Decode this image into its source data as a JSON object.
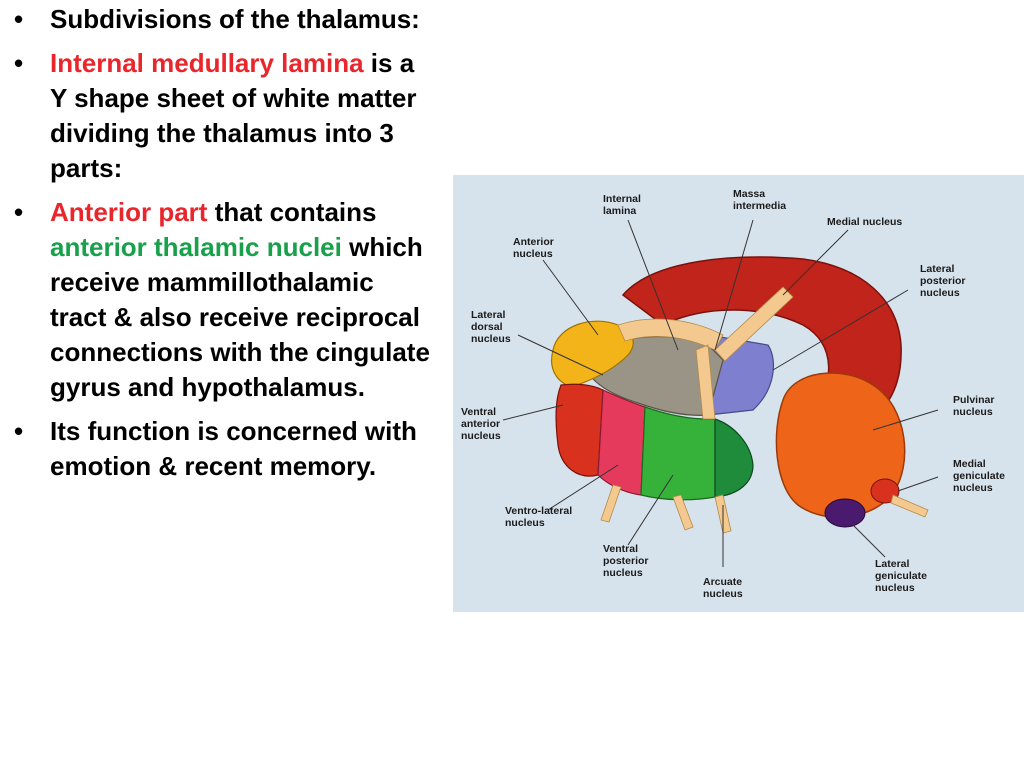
{
  "bullets": [
    {
      "segments": [
        {
          "text": "Subdivisions of the thalamus:",
          "color": "#000000"
        }
      ]
    },
    {
      "segments": [
        {
          "text": "Internal medullary lamina",
          "color": "#e8262c"
        },
        {
          "text": " is a Y shape sheet of white matter dividing the thalamus into 3 parts:",
          "color": "#000000"
        }
      ]
    },
    {
      "segments": [
        {
          "text": "Anterior part",
          "color": "#e8262c"
        },
        {
          "text": " that contains  ",
          "color": "#000000"
        },
        {
          "text": "anterior thalamic nuclei",
          "color": "#19a04b"
        },
        {
          "text": "  which receive mammillothalamic tract & also receive reciprocal connections with the cingulate gyrus and hypothalamus.",
          "color": "#000000"
        }
      ]
    },
    {
      "segments": [
        {
          "text": "Its function is concerned with emotion & recent memory.",
          "color": "#000000"
        }
      ]
    }
  ],
  "bullet_symbol": "•",
  "figure": {
    "labels": {
      "internal_lamina": [
        "Internal",
        "lamina"
      ],
      "massa_intermedia": [
        "Massa",
        "intermedia"
      ],
      "medial_nucleus": [
        "Medial nucleus"
      ],
      "anterior_nucleus": [
        "Anterior",
        "nucleus"
      ],
      "lateral_posterior": [
        "Lateral",
        "posterior",
        "nucleus"
      ],
      "lateral_dorsal": [
        "Lateral",
        "dorsal",
        "nucleus"
      ],
      "ventral_anterior": [
        "Ventral",
        "anterior",
        "nucleus"
      ],
      "pulvinar": [
        "Pulvinar",
        "nucleus"
      ],
      "medial_geniculate": [
        "Medial",
        "geniculate",
        "nucleus"
      ],
      "ventro_lateral": [
        "Ventro-lateral",
        "nucleus"
      ],
      "ventral_posterior": [
        "Ventral",
        "posterior",
        "nucleus"
      ],
      "arcuate": [
        "Arcuate",
        "nucleus"
      ],
      "lateral_geniculate": [
        "Lateral",
        "geniculate",
        "nucleus"
      ]
    },
    "colors": {
      "background": "#d7e3ec",
      "medial": "#c0241a",
      "pulvinar": "#ee6418",
      "anterior": "#f2b418",
      "dorsal_top": "#9a9486",
      "lateral_posterior": "#7f7fcf",
      "ventral_anterior": "#d8321e",
      "ventro_lateral": "#e53a5c",
      "ventral_posterior": "#36b23a",
      "arcuate": "#1e8c3a",
      "lateral_geniculate": "#4a1a6e",
      "lamina": "#f3c98f"
    }
  }
}
